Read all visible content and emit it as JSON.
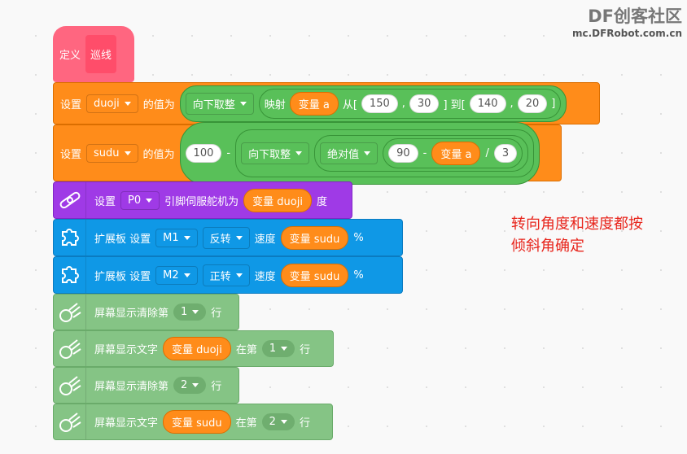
{
  "watermark": {
    "brand": "DF创客社区",
    "url": "mc.DFRobot.com.cn"
  },
  "hat": {
    "define": "定义",
    "name": "巡线"
  },
  "set_duoji": {
    "label": "设置",
    "var": "duoji",
    "value_label": "的值为",
    "floor": "向下取整",
    "map": "映射",
    "var_a": "变量 a",
    "from": "从[",
    "v1": "150",
    "comma": ",",
    "v2": "30",
    "to": "] 到[",
    "v3": "140",
    "v4": "20",
    "close": "]"
  },
  "set_sudu": {
    "label": "设置",
    "var": "sudu",
    "value_label": "的值为",
    "v100": "100",
    "minus": "-",
    "floor": "向下取整",
    "abs": "绝对值",
    "v90": "90",
    "var_a": "变量 a",
    "div": "/",
    "v3": "3"
  },
  "servo": {
    "label": "设置",
    "pin": "P0",
    "text": "引脚伺服舵机为",
    "var": "变量 duoji",
    "unit": "度"
  },
  "motors": [
    {
      "label": "扩展板 设置",
      "motor": "M1",
      "dir": "反转",
      "speed": "速度",
      "var": "变量 sudu",
      "pct": "%"
    },
    {
      "label": "扩展板 设置",
      "motor": "M2",
      "dir": "正转",
      "speed": "速度",
      "var": "变量 sudu",
      "pct": "%"
    }
  ],
  "screen": [
    {
      "text": "屏幕显示清除第",
      "line": "1",
      "row": "行"
    },
    {
      "text": "屏幕显示文字",
      "var": "变量 duoji",
      "at": "在第",
      "line": "1",
      "row": "行"
    },
    {
      "text": "屏幕显示清除第",
      "line": "2",
      "row": "行"
    },
    {
      "text": "屏幕显示文字",
      "var": "变量 sudu",
      "at": "在第",
      "line": "2",
      "row": "行"
    }
  ],
  "note": {
    "line1": "转向角度和速度都按",
    "line2": "倾斜角确定"
  }
}
